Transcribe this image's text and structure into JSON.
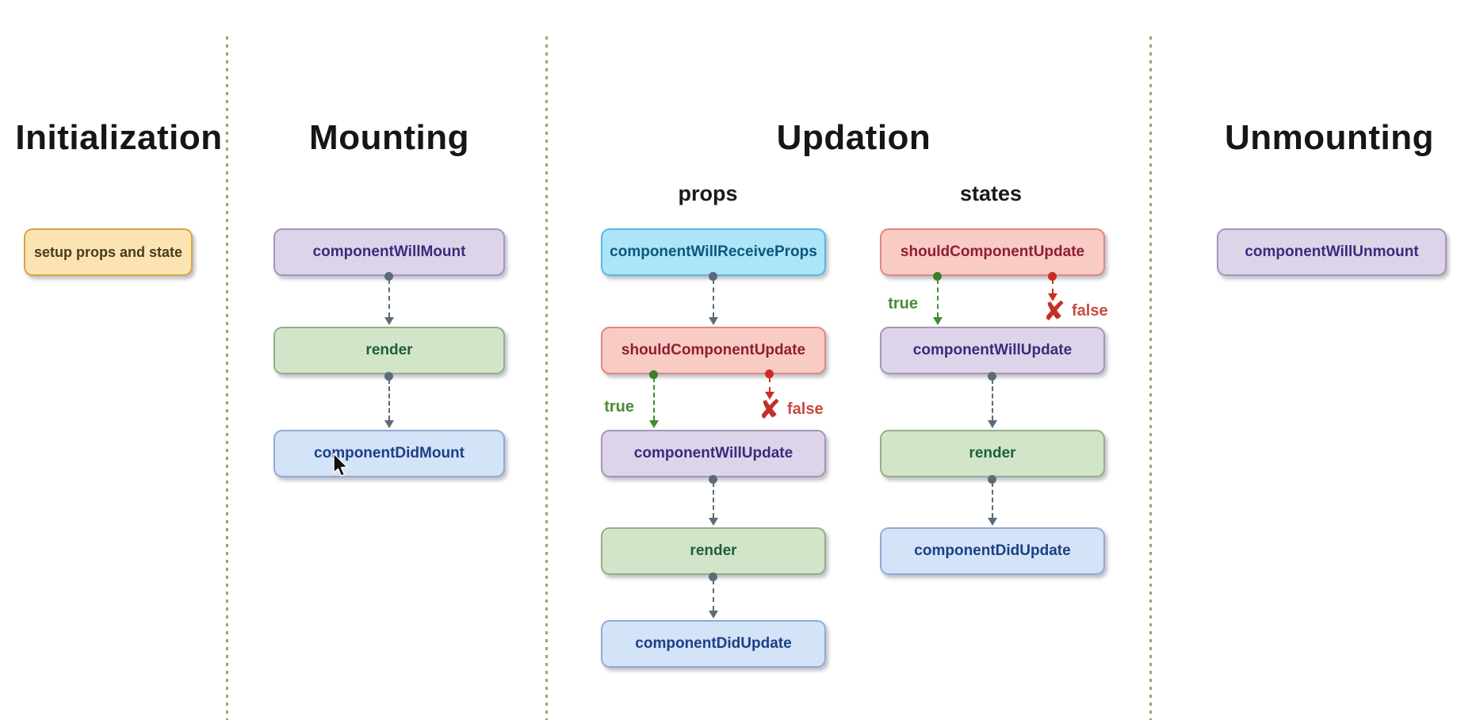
{
  "titles": {
    "initialization": "Initialization",
    "mounting": "Mounting",
    "updation": "Updation",
    "unmounting": "Unmounting"
  },
  "subheaders": {
    "props": "props",
    "states": "states"
  },
  "boxes": {
    "setup_props_and_state": "setup props and state",
    "component_will_mount": "componentWillMount",
    "mounting_render": "render",
    "component_did_mount": "componentDidMount",
    "component_will_receive_props": "componentWillReceiveProps",
    "props_should_component_update": "shouldComponentUpdate",
    "props_component_will_update": "componentWillUpdate",
    "props_render": "render",
    "props_component_did_update": "componentDidUpdate",
    "states_should_component_update": "shouldComponentUpdate",
    "states_component_will_update": "componentWillUpdate",
    "states_render": "render",
    "states_component_did_update": "componentDidUpdate",
    "component_will_unmount": "componentWillUnmount"
  },
  "branches": {
    "props_true": "true",
    "props_false": "false",
    "states_true": "true",
    "states_false": "false",
    "x_mark": "✘"
  },
  "colors": {
    "initialization_box_fill": "#fce4b2",
    "initialization_box_border": "#d9a440",
    "purple_box_fill": "#ded4e9",
    "green_box_fill": "#d3e5c9",
    "blue_box_fill": "#d3e3f8",
    "cyan_box_fill": "#ace4f8",
    "red_box_fill": "#f9cbc5",
    "connector_slate": "#5b6b78",
    "true_green": "#4a8b36",
    "false_red": "#cc372b",
    "divider_green": "#96a673",
    "background": "#ffffff"
  }
}
